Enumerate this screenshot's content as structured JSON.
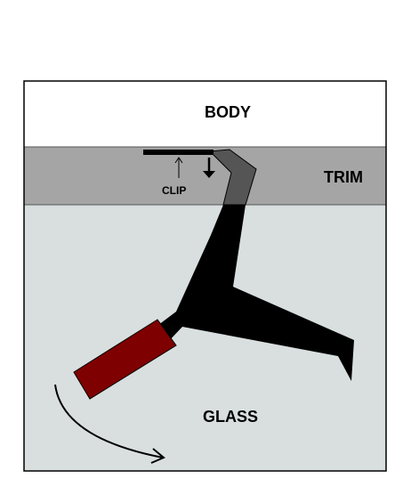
{
  "labels": {
    "body": "BODY",
    "trim": "TRIM",
    "clip": "CLIP",
    "glass": "GLASS"
  },
  "colors": {
    "body_fill": "#ffffff",
    "trim_fill": "#a5a5a5",
    "glass_fill": "#d9dfdf",
    "tool_fill": "#000000",
    "handle_fill": "#7f0000"
  }
}
